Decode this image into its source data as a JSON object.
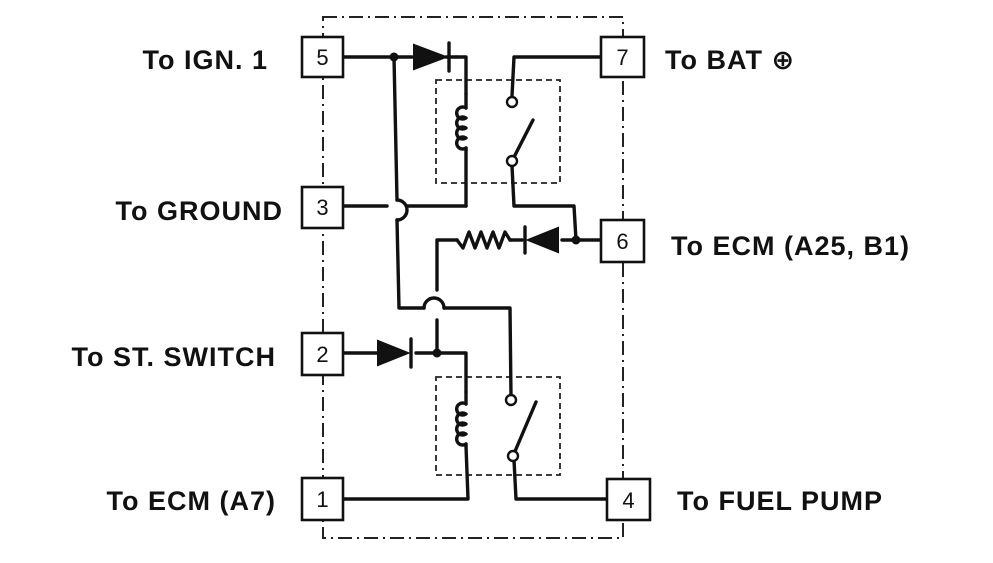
{
  "pins": {
    "p5": "5",
    "p3": "3",
    "p2": "2",
    "p1": "1",
    "p7": "7",
    "p6": "6",
    "p4": "4"
  },
  "labels": {
    "ign": "To IGN. 1",
    "ground": "To GROUND",
    "st_switch": "To ST. SWITCH",
    "ecm_a7": "To ECM (A7)",
    "bat": "To BAT ⊕",
    "ecm_a25": "To ECM (A25, B1)",
    "fuel_pump": "To FUEL PUMP"
  }
}
